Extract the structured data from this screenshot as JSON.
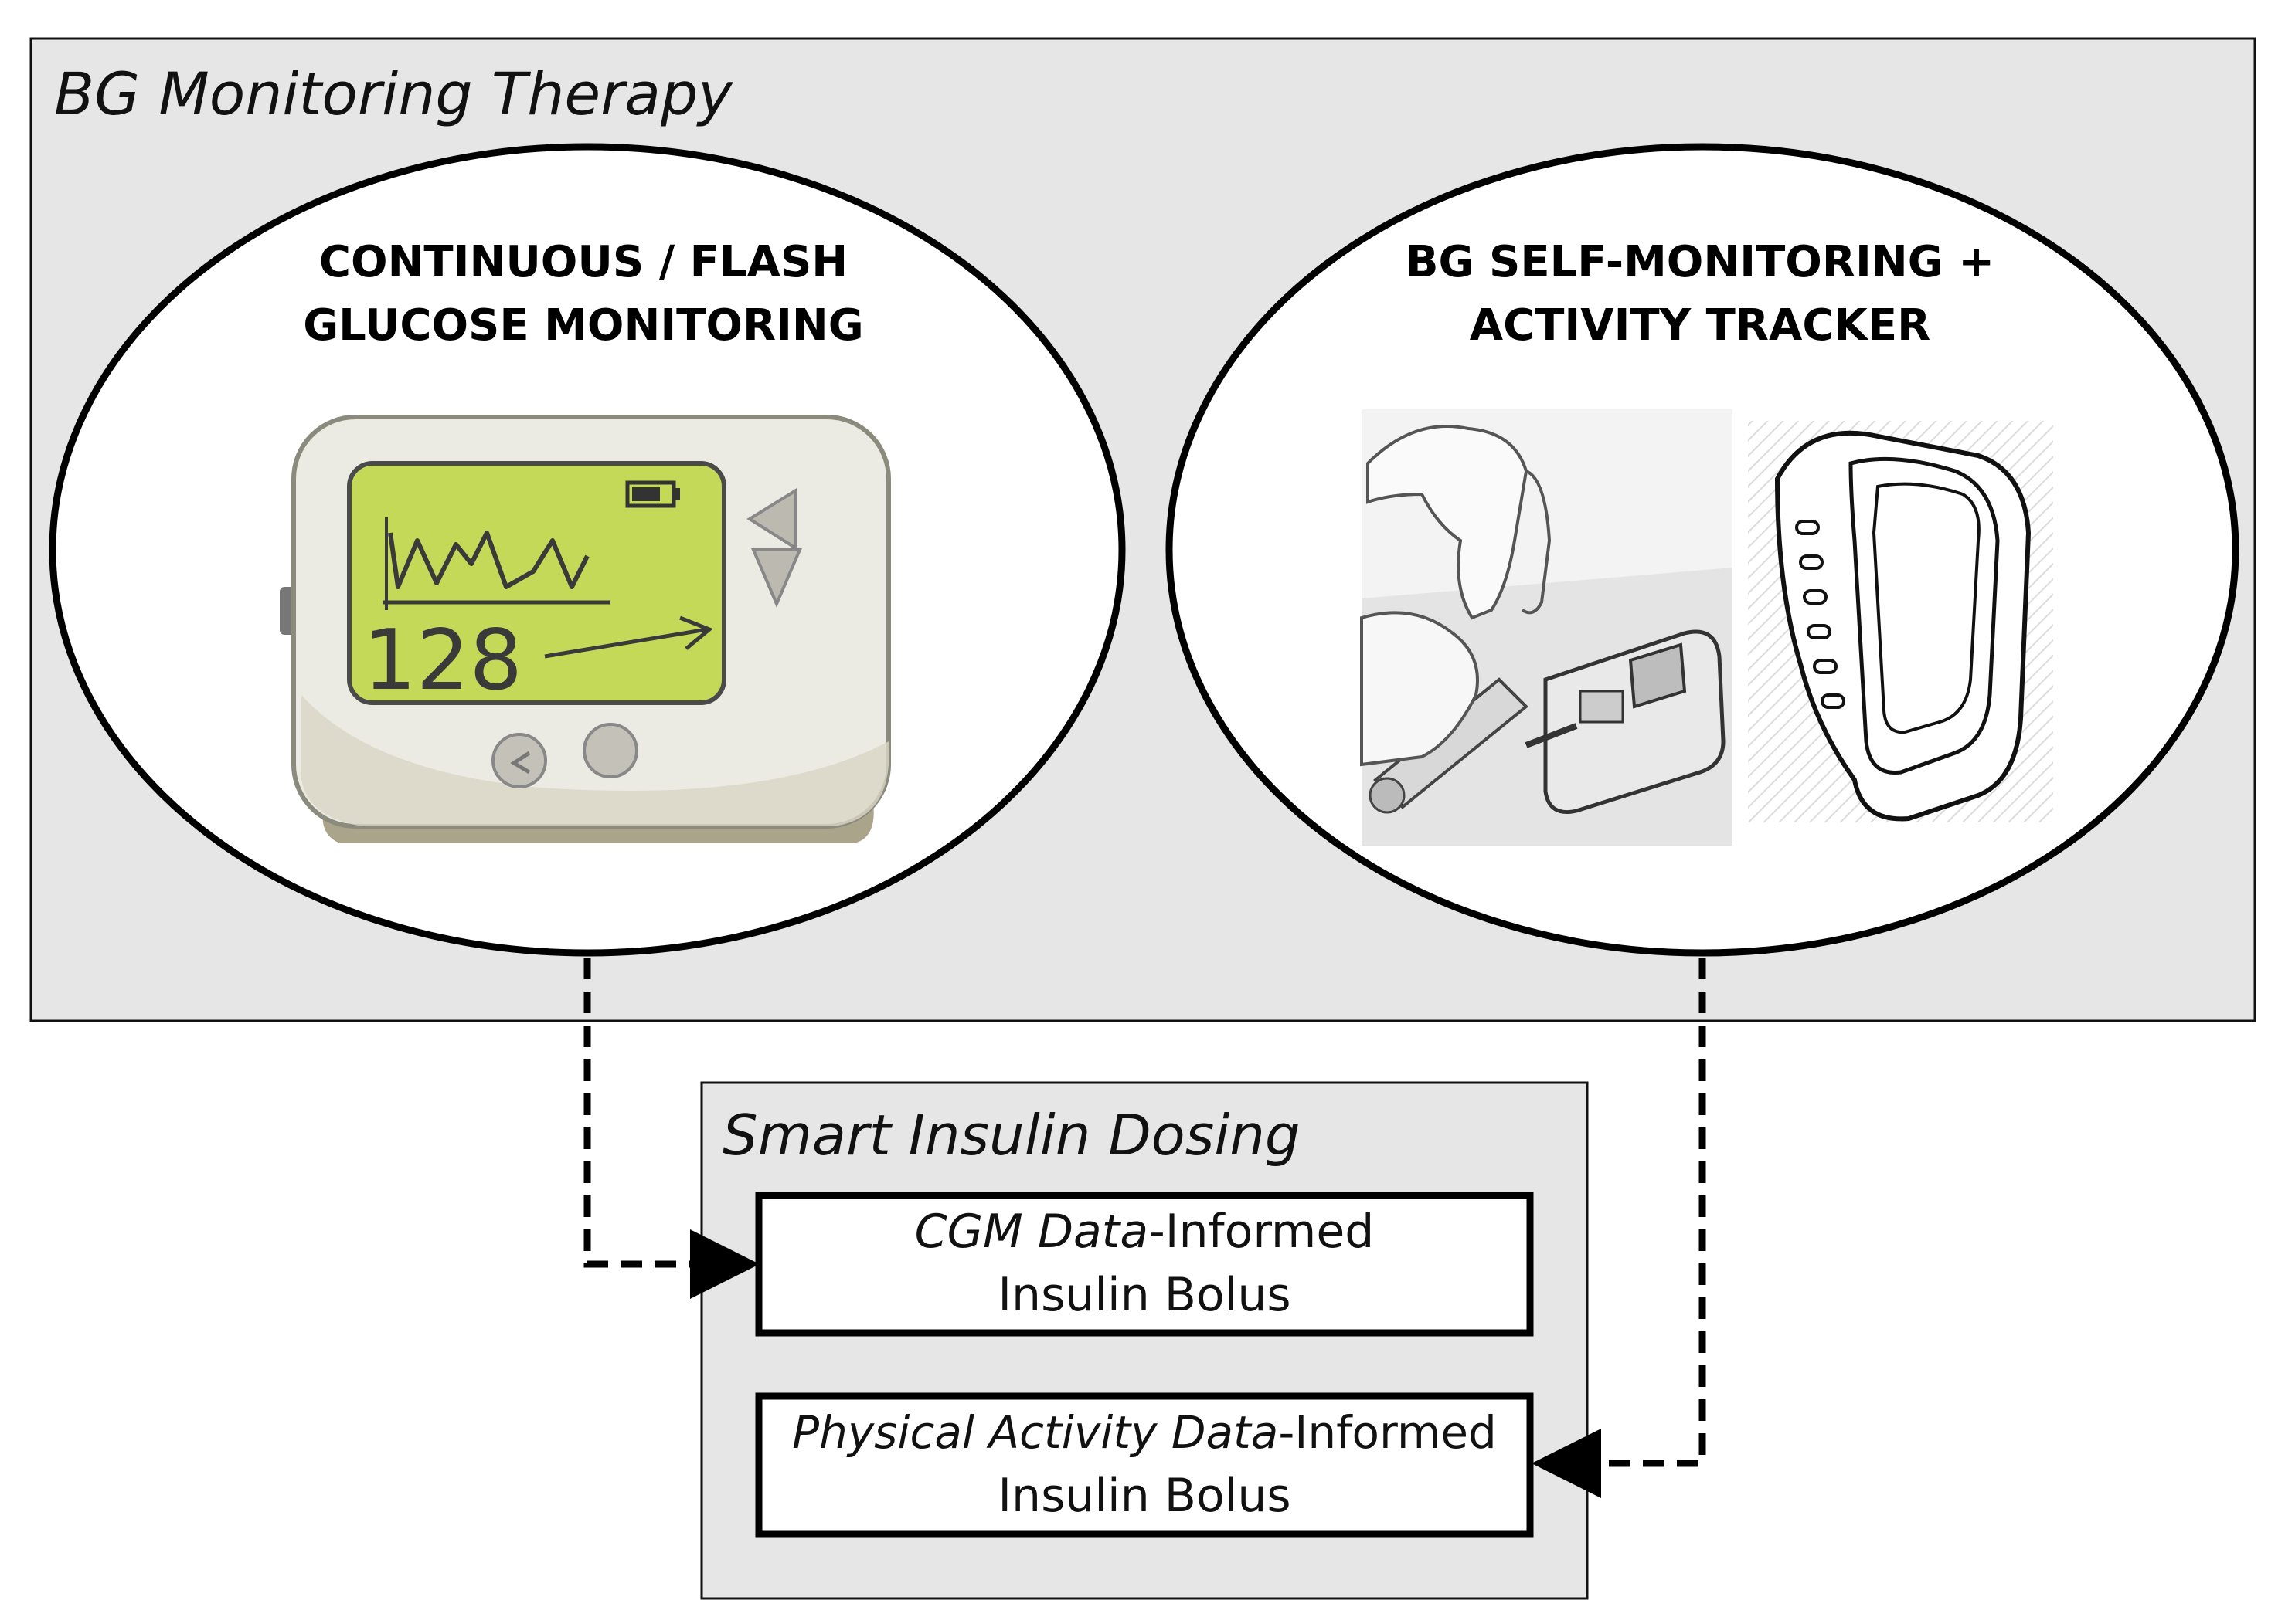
{
  "outer_panel": {
    "title": "BG Monitoring Therapy"
  },
  "left_circle": {
    "title_line1": "CONTINUOUS / FLASH",
    "title_line2": "GLUCOSE MONITORING",
    "device_reading": "128"
  },
  "right_circle": {
    "title_line1": "BG SELF-MONITORING +",
    "title_line2": "ACTIVITY TRACKER"
  },
  "inner_panel": {
    "title": "Smart Insulin Dosing",
    "box1": {
      "line1_italic": "CGM Data",
      "line1_rest": "-Informed",
      "line2": "Insulin Bolus"
    },
    "box2": {
      "line1_italic": "Physical Activity Data",
      "line1_rest": "-Informed",
      "line2": "Insulin Bolus"
    }
  },
  "colors": {
    "panel_fill": "#e6e6e6",
    "device_screen": "#c3d957",
    "device_body": "#ecebe3"
  }
}
